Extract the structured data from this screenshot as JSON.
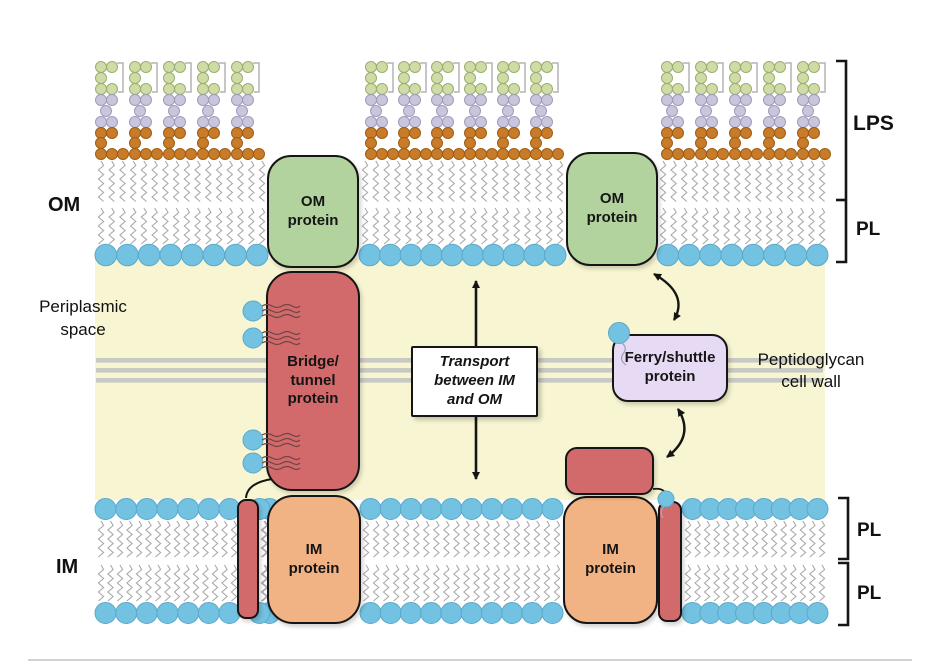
{
  "labels": {
    "om": "OM",
    "im": "IM",
    "lps": "LPS",
    "pl_om": "PL",
    "pl_im_outer": "PL",
    "pl_im_inner": "PL",
    "periplasmic_space": "Periplasmic\nspace",
    "peptidoglycan_cell_wall": "Peptidoglycan\ncell wall"
  },
  "proteins": {
    "om_protein_left": "OM\nprotein",
    "om_protein_right": "OM\nprotein",
    "bridge_tunnel": "Bridge/\ntunnel\nprotein",
    "ferry_shuttle": "Ferry/shuttle\nprotein",
    "im_protein_left": "IM\nprotein",
    "im_protein_right": "IM\nprotein"
  },
  "annotations": {
    "transport": "Transport\nbetween IM\nand OM"
  },
  "colors": {
    "background": "#ffffff",
    "periplasm_yellow": "#f8f6d2",
    "membrane_head_blue": "#74c2e1",
    "membrane_head_stroke": "#5aa9cb",
    "tail_gray": "#a9a9a9",
    "lps_green": "#cfdca6",
    "lps_green_stroke": "#9cae6e",
    "lps_lavender": "#c9c6dc",
    "lps_lavender_stroke": "#9f9bbd",
    "lps_orange": "#c87b28",
    "lps_orange_stroke": "#9f5e13",
    "lps_bracket_gray": "#b3b3b3",
    "om_protein_green": "#b2d39e",
    "red_protein": "#d2696b",
    "im_protein_orange": "#f1b384",
    "ferry_lavender": "#e7daf4",
    "peptidoglycan_gray": "#c9c9c3",
    "outline_black": "#151515",
    "lipid_tail_dark": "#6d4646"
  }
}
